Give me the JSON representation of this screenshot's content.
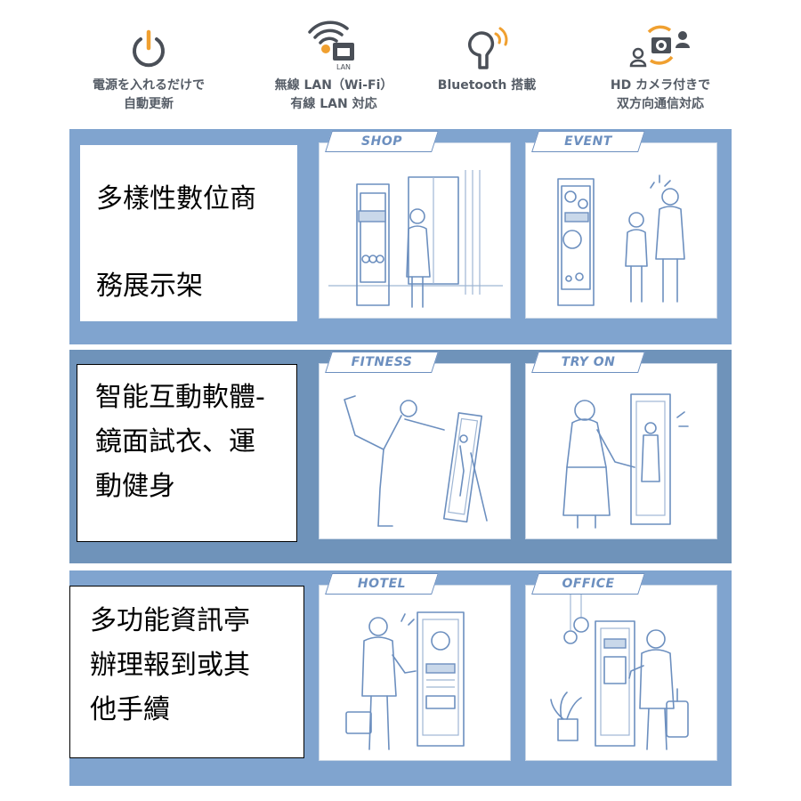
{
  "features": [
    {
      "icon": "power-icon",
      "lines": [
        "電源を入れるだけで",
        "自動更新"
      ]
    },
    {
      "icon": "wifi-lan-icon",
      "icon_text": "LAN",
      "lines": [
        "無線 LAN（Wi-Fi）",
        "有線 LAN 対応"
      ]
    },
    {
      "icon": "bluetooth-earbud-icon",
      "lines": [
        "Bluetooth 搭載"
      ]
    },
    {
      "icon": "hd-camera-icon",
      "lines": [
        "HD カメラ付きで",
        "双方向通信対応"
      ]
    }
  ],
  "rows": [
    {
      "text_lines": [
        "多樣性數位商",
        "務展示架"
      ],
      "panels": [
        "SHOP",
        "EVENT"
      ]
    },
    {
      "text_lines": [
        "智能互動軟體-",
        "鏡面試衣、運",
        "動健身"
      ],
      "panels": [
        "FITNESS",
        "TRY ON"
      ]
    },
    {
      "text_lines": [
        "多功能資訊亭",
        "辦理報到或其",
        "他手續"
      ],
      "panels": [
        "HOTEL",
        "OFFICE"
      ]
    }
  ],
  "colors": {
    "band_light": "#80a4cf",
    "band_dark": "#6f93ba",
    "line": "#6c8fbf",
    "accent_orange": "#f0a030",
    "icon_dark": "#4a4f57"
  }
}
